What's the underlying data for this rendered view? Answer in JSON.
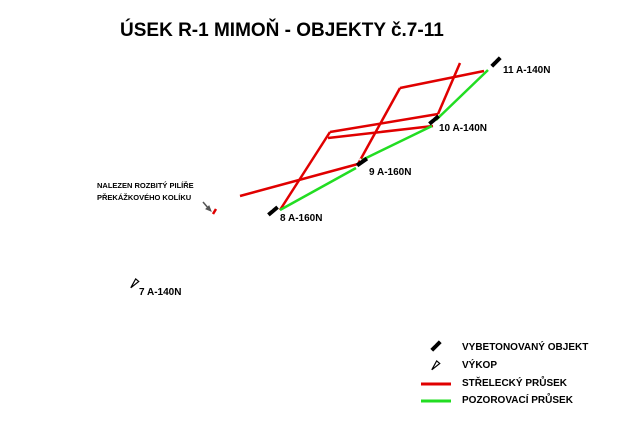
{
  "title": "ÚSEK R-1 MIMOŇ - OBJEKTY č.7-11",
  "objects": [
    {
      "id": "11",
      "label": "11 A-140N"
    },
    {
      "id": "10",
      "label": "10 A-140N"
    },
    {
      "id": "9",
      "label": "9 A-160N"
    },
    {
      "id": "8",
      "label": "8 A-160N"
    },
    {
      "id": "7",
      "label": "7 A-140N"
    }
  ],
  "note": {
    "line1": "NALEZEN ROZBITÝ PILÍŘE",
    "line2": "PŘEKÁŽKOVÉHO KOLÍKU"
  },
  "legend": {
    "concreted": "VYBETONOVANÝ OBJEKT",
    "excavation": "VÝKOP",
    "firing": "STŘELECKÝ PRŮSEK",
    "observation": "POZOROVACÍ PRŮSEK"
  },
  "colors": {
    "firing": "#e00000",
    "observation": "#22dd22",
    "object": "#000000"
  }
}
